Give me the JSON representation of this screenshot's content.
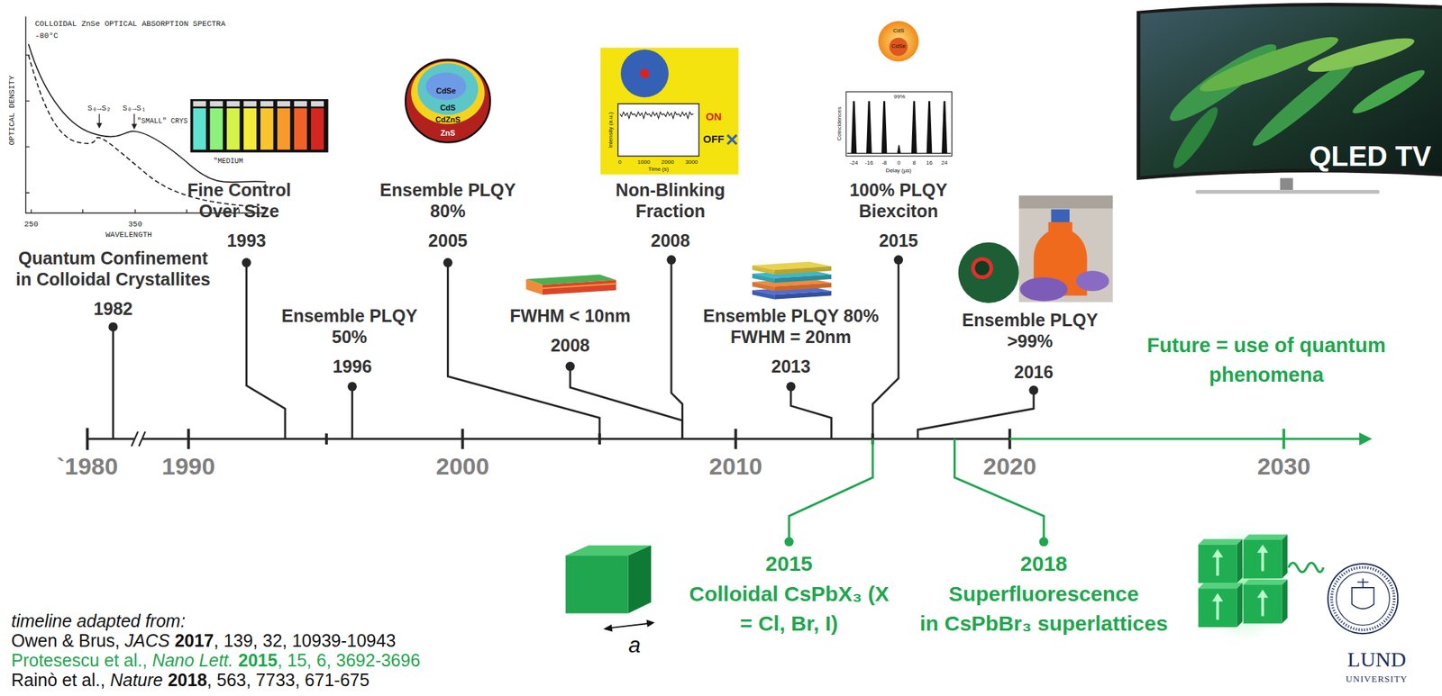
{
  "diagram": {
    "labels": [
      "COLLOIDAL ZnSe OPTICAL ABSORPTION SPECTRA",
      "-80°C",
      "OPTICAL DENSITY",
      "S₀→S₂",
      "S₀→S₁",
      "\"SMALL\" CRYS",
      "\"MEDIUM",
      "250",
      "350",
      "WAVELENGTH",
      "Fine Control Over Size",
      "1993",
      "Quantum Confinement in Colloidal Crystallites",
      "1982",
      "CdSe",
      "CdS",
      "CdZnS",
      "ZnS",
      "Ensemble PLQY 80%",
      "2005",
      "Ensemble PLQY 50%",
      "1996",
      "FWHM < 10nm",
      "2008",
      "Intensity (a.u.)",
      "ON",
      "OFF",
      "0",
      "1000",
      "2000",
      "3000",
      "Time (s)",
      "Non-Blinking Fraction",
      "2008",
      "Ensemble PLQY 80% FWHM = 20nm",
      "2013",
      "CdS",
      "CdSe",
      "99%",
      "Coincidences",
      "-24",
      "-16",
      "-8",
      "0",
      "8",
      "16",
      "24",
      "Delay (µs)",
      "100% PLQY Biexciton",
      "2015",
      "Ensemble PLQY >99%",
      "2016",
      "QLED TV",
      "Future = use of quantum phenomena",
      "`1980",
      "1990",
      "2000",
      "2010",
      "2020",
      "2030",
      "2015",
      "Colloidal CsPbX₃ (X = Cl, Br, I)",
      "2018",
      "Superfluorescence",
      "in CsPbBr₃ superlattices",
      "a",
      "LUND",
      "UNIVERSITY",
      "timeline adapted from:",
      "Owen & Brus,",
      "JACS",
      "2017",
      ", 139, 32, 10939-10943",
      "Protesescu et al.,",
      "Nano Lett.",
      "2015",
      ", 15, 6, 3692-3696",
      "Rainò et al.,",
      "Nature",
      "2018",
      ", 563, 7733, 671-675"
    ]
  }
}
